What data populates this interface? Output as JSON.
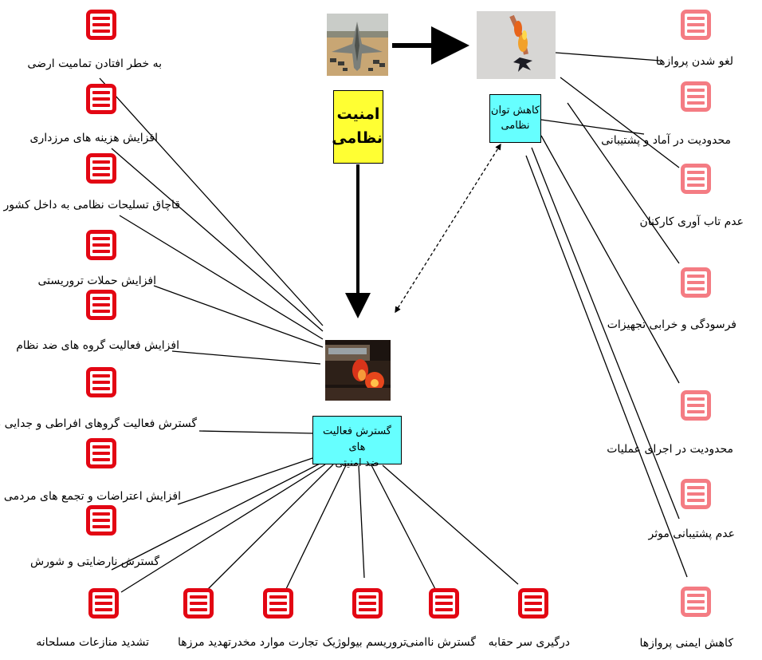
{
  "colors": {
    "icon_red": "#e30613",
    "icon_light": "#f47c83",
    "security_box": "#ffff33",
    "cyan_box": "#66ffff"
  },
  "center": {
    "security_box": "امنیت\nنظامی",
    "power_box": "کاهش توان\nنظامی",
    "activity_box": "گسترش فعالیت های\nضد امنیتی"
  },
  "photos": [
    {
      "name": "fighter-jets-photo",
      "icon": "jets-on-tarmac"
    },
    {
      "name": "burning-aircraft-photo",
      "icon": "falling-burning-jet"
    },
    {
      "name": "riot-fire-photo",
      "icon": "burning-vehicles"
    }
  ],
  "left_items": [
    "به خطر افتادن تمامیت ارضی",
    "افزایش هزینه های مرزداری",
    "قاچاق تسلیحات نظامی به داخل کشور",
    "افزایش حملات تروریستی",
    "افزایش فعالیت گروه های ضد نظام",
    "گسترش فعالیت گروهای افراطی و جدایی طلب",
    "افزایش اعتراضات و تجمع های مردمی",
    "گسترش نارضایتی و شورش"
  ],
  "bottom_items": [
    "تشدید منازعات مسلحانه",
    "تهدید مرزها",
    "تجارت موارد مخدر",
    "تروریسم بیولوژیک",
    "گسترش ناامنی",
    "درگیری سر حقابه"
  ],
  "right_items": [
    "لغو شدن پروازها",
    "محدودیت در آماد و پشتیبانی",
    "عدم تاب آوری کارکنان",
    "فرسودگی و خرابی  تجهیزات",
    "محدودیت در اجرای عملیات",
    "عدم پشتیبانی موثر",
    "کاهش ایمنی پروازها"
  ]
}
